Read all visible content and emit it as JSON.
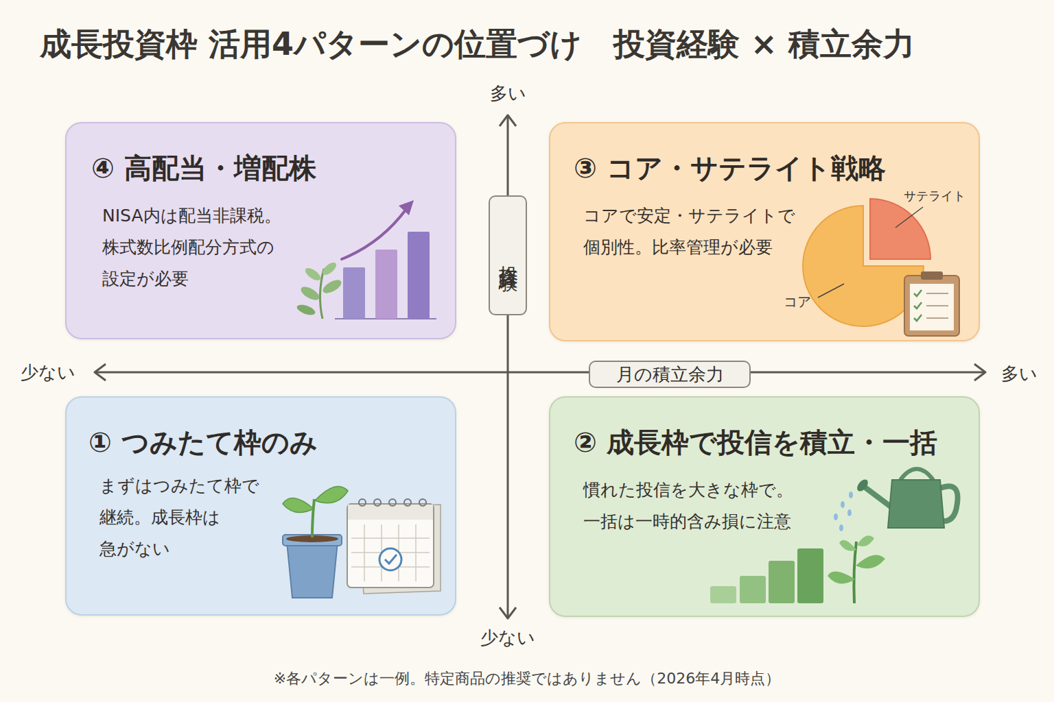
{
  "diagram": {
    "title": "成長投資枠 活用4パターンの位置づけ　投資経験 × 積立余力",
    "caption": "※各パターンは一例。特定商品の推奨ではありません（2026年4月時点）",
    "nodes": [
      {
        "text": [
          "④ 高配当・増配株",
          "NISA内は配当非課税。 株式数比例配分方式の 設定が必要"
        ]
      },
      {
        "text": [
          "③ コア・サテライト戦略",
          "コアで安定・サテライトで 個別性。比率管理が必要"
        ]
      },
      {
        "text": [
          "投資経験"
        ]
      },
      {
        "text": [
          "月の積立余力"
        ]
      },
      {
        "text": [
          "① つみたて枠のみ",
          "まずはつみたて枠で 継続。成長枠は 急がない"
        ]
      },
      {
        "text": [
          "② 成長枠で投信を積立・一括",
          "慣れた投信を大きな枠で。 一括は一時的含み損に注意"
        ]
      }
    ],
    "labels": [
      "多い",
      "少ない",
      "多い",
      "少ない",
      "サテライト",
      "コア"
    ]
  }
}
